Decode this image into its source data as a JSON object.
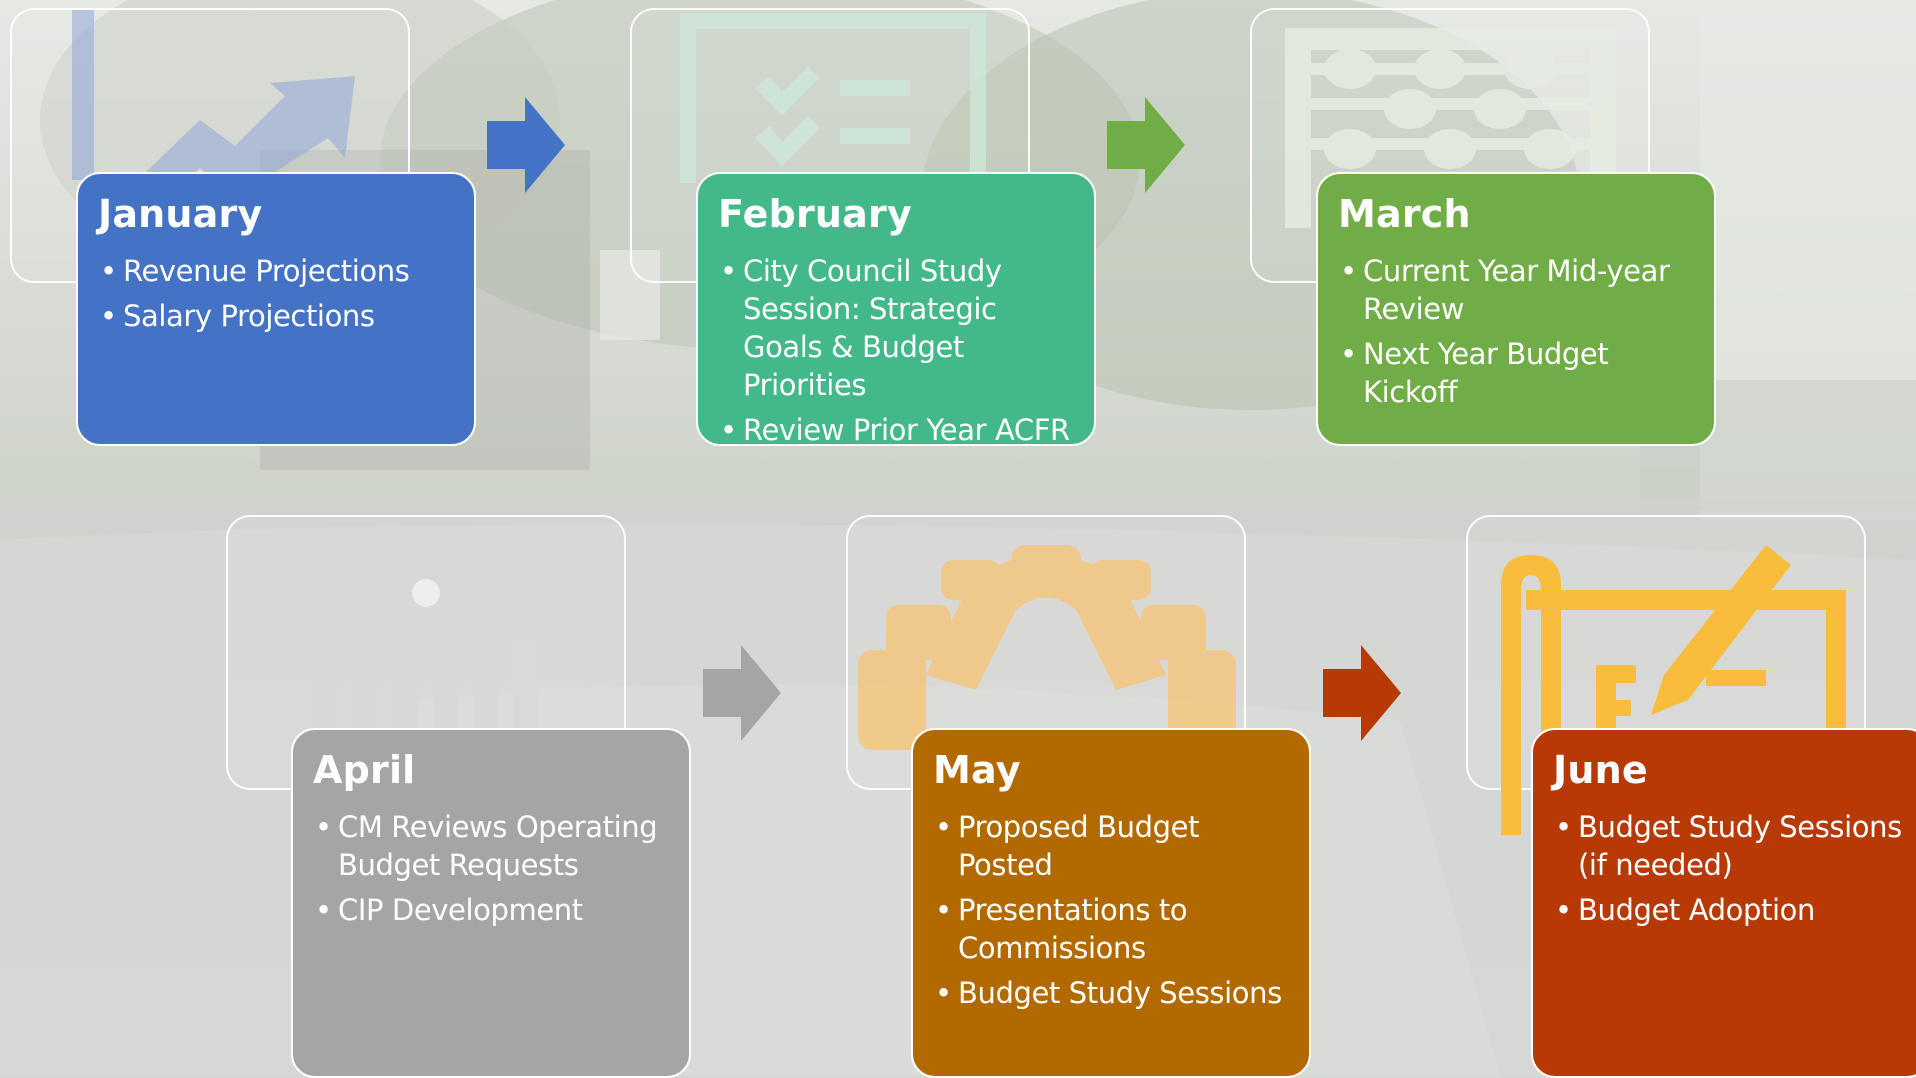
{
  "colors": {
    "january": "#4472c4",
    "february": "#43b98a",
    "march": "#70ad47",
    "april": "#a5a5a5",
    "may": "#b26a00",
    "june": "#b73a06"
  },
  "steps": [
    {
      "month": "January",
      "icon": "growth-chart-icon",
      "items": [
        "Revenue Projections",
        "Salary Projections"
      ]
    },
    {
      "month": "February",
      "icon": "checklist-icon",
      "items": [
        "City Council Study Session: Strategic Goals & Budget Priorities",
        "Review Prior Year ACFR"
      ]
    },
    {
      "month": "March",
      "icon": "abacus-icon",
      "items": [
        "Current Year Mid-year Review",
        "Next Year Budget Kickoff"
      ]
    },
    {
      "month": "April",
      "icon": "city-hall-icon",
      "items": [
        "CM Reviews Operating Budget Requests",
        "CIP Development"
      ]
    },
    {
      "month": "May",
      "icon": "meeting-table-icon",
      "items": [
        "Proposed Budget Posted",
        "Presentations to Commissions",
        "Budget Study Sessions"
      ]
    },
    {
      "month": "June",
      "icon": "signing-document-icon",
      "items": [
        "Budget Study Sessions (if needed)",
        "Budget Adoption"
      ]
    }
  ]
}
